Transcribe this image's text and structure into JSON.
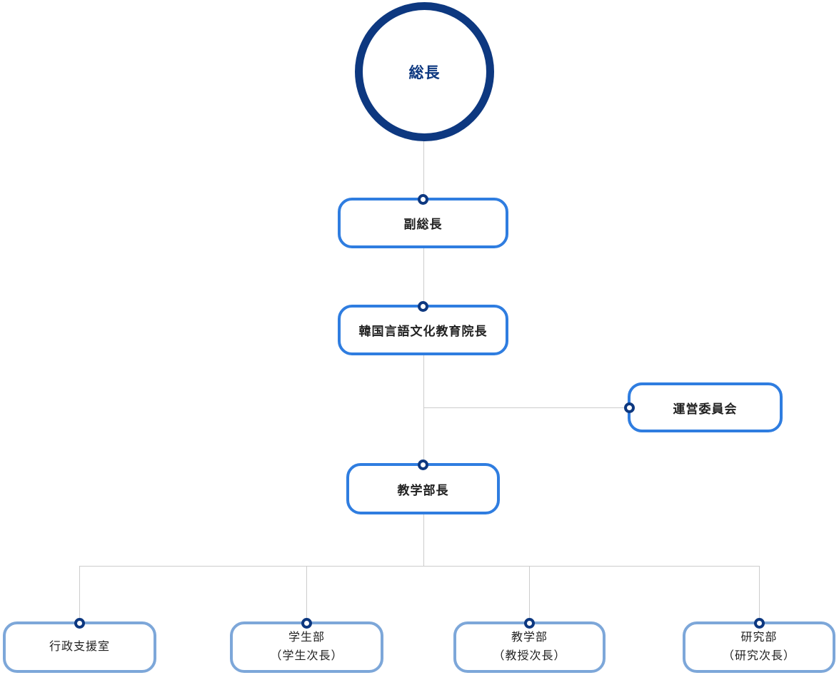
{
  "colors": {
    "navy": "#0d3880",
    "primary_blue": "#2f7de0",
    "light_blue": "#7da7d9",
    "connector_gray": "#cccccc",
    "text_dark": "#222222"
  },
  "org_chart": {
    "president": {
      "label": "総長"
    },
    "vice_president": {
      "label": "副総長"
    },
    "institute_director": {
      "label": "韓国言語文化教育院長"
    },
    "steering_committee": {
      "label": "運営委員会"
    },
    "academic_affairs_dean": {
      "label": "教学部長"
    },
    "departments": [
      {
        "label": "行政支援室",
        "sub_label": ""
      },
      {
        "label": "学生部",
        "sub_label": "（学生次長）"
      },
      {
        "label": "教学部",
        "sub_label": "（教授次長）"
      },
      {
        "label": "研究部",
        "sub_label": "（研究次長）"
      }
    ]
  }
}
